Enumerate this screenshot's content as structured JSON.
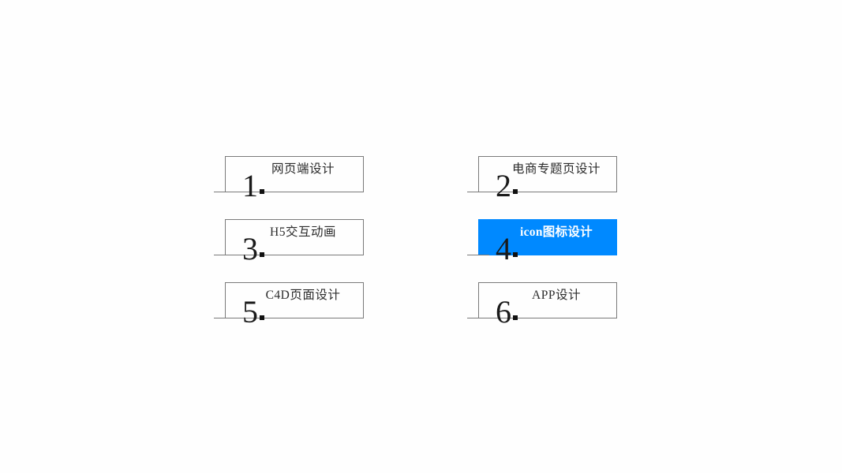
{
  "slide": {
    "background_color": "#fefefe",
    "accent_color": "#0089ff",
    "outline_color": "#7a7a7a",
    "text_color": "#2b2b2b",
    "highlight_text_color": "#ffffff"
  },
  "items": [
    {
      "number": "1",
      "label": "网页端设计",
      "marker": "square-marker",
      "highlighted": false
    },
    {
      "number": "2",
      "label": "电商专题页设计",
      "marker": "square-marker",
      "highlighted": false
    },
    {
      "number": "3",
      "label": "H5交互动画",
      "marker": "square-marker",
      "highlighted": false
    },
    {
      "number": "4",
      "label": "icon图标设计",
      "marker": "square-marker",
      "highlighted": true
    },
    {
      "number": "5",
      "label": "C4D页面设计",
      "marker": "square-marker",
      "highlighted": false
    },
    {
      "number": "6",
      "label": "APP设计",
      "marker": "square-marker",
      "highlighted": false
    }
  ]
}
